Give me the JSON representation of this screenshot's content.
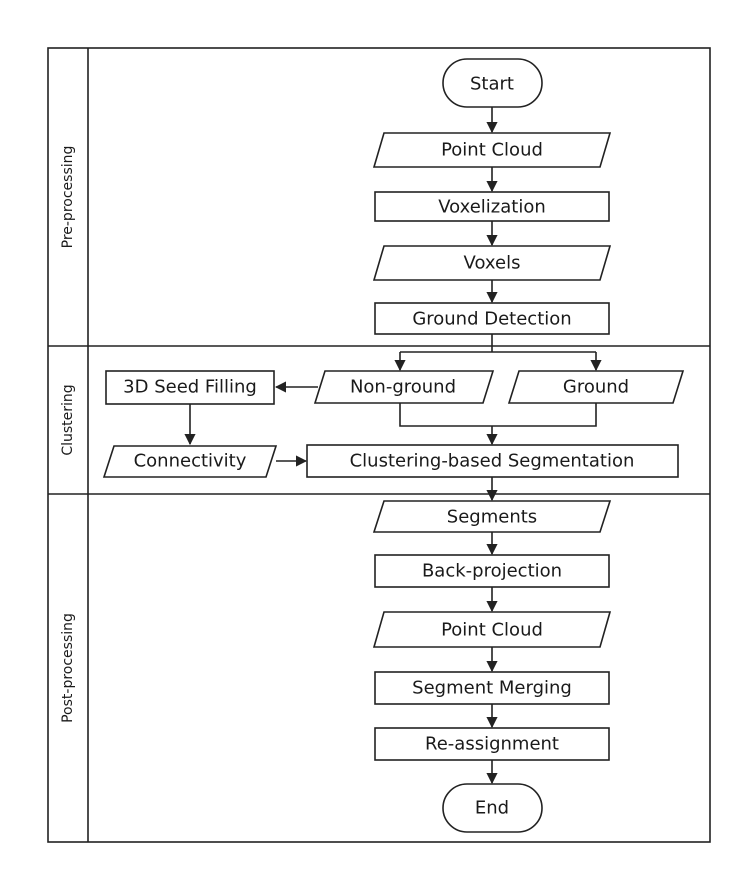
{
  "lanes": {
    "pre_processing": "Pre-processing",
    "clustering": "Clustering",
    "post_processing": "Post-processing"
  },
  "nodes": {
    "start": "Start",
    "point_cloud_in": "Point Cloud",
    "voxelization": "Voxelization",
    "voxels": "Voxels",
    "ground_detection": "Ground Detection",
    "non_ground": "Non-ground",
    "ground": "Ground",
    "seed_filling": "3D Seed Filling",
    "connectivity": "Connectivity",
    "clustering_segmentation": "Clustering-based Segmentation",
    "segments": "Segments",
    "back_projection": "Back-projection",
    "point_cloud_out": "Point Cloud",
    "segment_merging": "Segment Merging",
    "re_assignment": "Re-assignment",
    "end": "End"
  }
}
